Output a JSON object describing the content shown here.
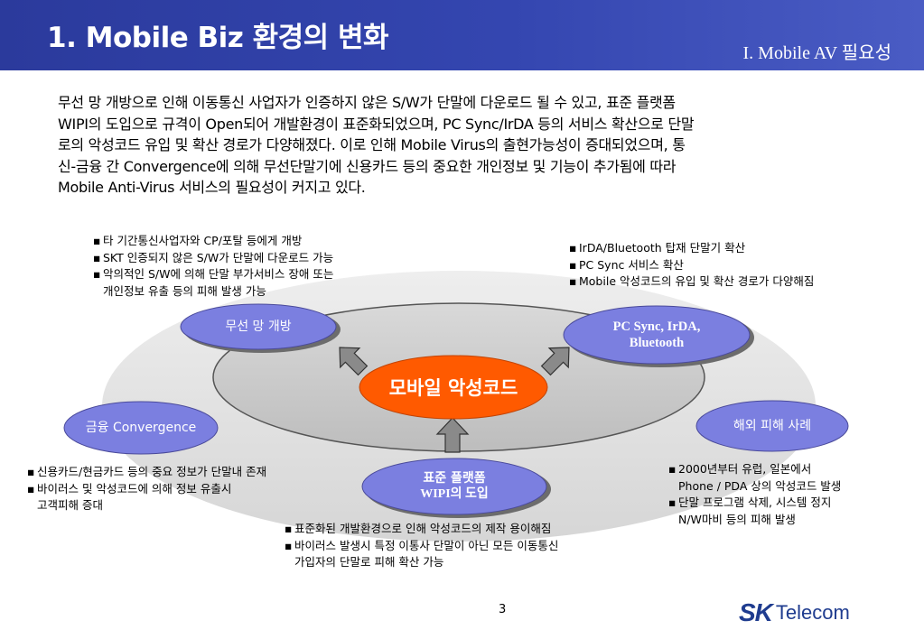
{
  "header": {
    "title": "1. Mobile Biz 환경의 변화",
    "subtitle": "I. Mobile AV 필요성"
  },
  "intro": {
    "lines": [
      "무선 망 개방으로 인해 이동통신 사업자가 인증하지 않은 S/W가 단말에 다운로드 될 수 있고, 표준 플랫폼",
      "WIPI의 도입으로 규격이 Open되어 개발환경이 표준화되었으며, PC Sync/IrDA 등의 서비스 확산으로 단말",
      "로의 악성코드 유입 및 확산 경로가 다양해졌다. 이로 인해 Mobile Virus의 출현가능성이 증대되었으며, 통",
      "신-금융 간 Convergence에 의해 무선단말기에 신용카드 등의 중요한 개인정보 및 기능이 추가됨에 따라",
      "Mobile Anti-Virus 서비스의 필요성이 커지고 있다."
    ]
  },
  "diagram": {
    "center": "모바일 악성코드",
    "nodes": {
      "wireless": "무선 망 개방",
      "pcsync_line1": "PC Sync, IrDA,",
      "pcsync_line2": "Bluetooth",
      "finance": "금융 Convergence",
      "overseas": "해외 피해 사례",
      "wipi_line1": "표준 플랫폼",
      "wipi_line2": "WIPI의 도입"
    },
    "notes": {
      "wireless": [
        "타 기간통신사업자와 CP/포탈 등에게 개방",
        "SKT 인증되지 않은 S/W가 단말에 다운로드 가능",
        "악의적인 S/W에 의해 단말 부가서비스 장애 또는",
        "개인정보 유출 등의 피해 발생 가능"
      ],
      "pcsync": [
        "IrDA/Bluetooth 탑재 단말기 확산",
        "PC Sync 서비스 확산",
        "Mobile 악성코드의 유입 및 확산 경로가 다양해짐"
      ],
      "finance": [
        "신용카드/현금카드 등의 중요 정보가 단말내 존재",
        "바이러스 및 악성코드에 의해 정보 유출시",
        "고객피해 증대"
      ],
      "overseas": [
        "2000년부터 유럽, 일본에서",
        "Phone / PDA 상의 악성코드 발생",
        "단말 프로그램 삭제, 시스템 정지",
        "N/W마비 등의 피해 발생"
      ],
      "wipi": [
        "표준화된 개발환경으로 인해 악성코드의 제작 용이해짐",
        "바이러스 발생시 특정 이통사 단말이 아닌 모든 이동통신",
        "가입자의 단말로 피해 확산 가능"
      ]
    }
  },
  "footer": {
    "page_number": "3",
    "logo_sk": "SK",
    "logo_telecom": "Telecom"
  },
  "colors": {
    "header": "#3446b0",
    "pill": "#7b7fe0",
    "center": "#ff5a00",
    "outer_ellipse": "#dcdcdc",
    "inner_ellipse": "#c8c8c8",
    "logo": "#1f3c8f"
  }
}
